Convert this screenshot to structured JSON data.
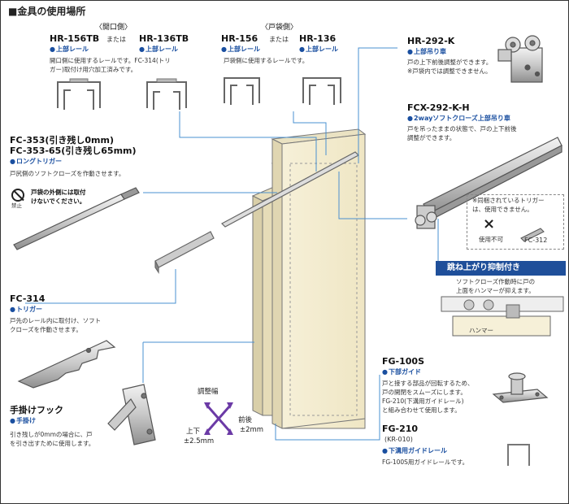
{
  "title": "■金具の使用場所",
  "headers": {
    "open_side": "〈開口側〉",
    "pocket_side": "〈戸袋側〉"
  },
  "rails": {
    "hr156tb": "HR-156TB",
    "hr136tb": "HR-136TB",
    "hr156": "HR-156",
    "hr136": "HR-136",
    "or1": "または",
    "or2": "または",
    "upper_rail": "上部レール",
    "open_desc": [
      "開口側に使用するレールです。FC-314(トリ",
      "ガー)取付け用穴加工済みです。"
    ],
    "pocket_desc": "戸袋側に使用するレールです。"
  },
  "hr292k": {
    "code": "HR-292-K",
    "sub": "上部吊り車",
    "desc": [
      "戸の上下前後調整ができます。",
      "※戸袋内では調整できません。"
    ]
  },
  "fcx": {
    "code": "FCX-292-K-H",
    "sub": "2wayソフトクローズ上部吊り車",
    "desc": [
      "戸を吊ったままの状態で、戸の上下前後",
      "調整ができます。"
    ]
  },
  "note": {
    "lines": [
      "※同梱されているトリガー",
      "は、使用できません。"
    ],
    "unusable": "使用不可",
    "trigger": "FC-312",
    "mark": "×"
  },
  "antijump": {
    "band": "跳ね上がり抑制付き",
    "desc": [
      "ソフトクローズ作動時に戸の",
      "上面をハンマーが抑えます。"
    ],
    "hammer": "ハンマー"
  },
  "fc353": {
    "code1": "FC-353(引き残し0mm)",
    "code2": "FC-353-65(引き残し65mm)",
    "sub": "ロングトリガー",
    "desc": "戸尻側のソフトクローズを作動させます。",
    "warn": [
      "戸袋の外側には取付",
      "けないでください。"
    ],
    "prohibit": "禁止"
  },
  "fc314": {
    "code": "FC-314",
    "sub": "トリガー",
    "desc": [
      "戸先のレール内に取付け、ソフト",
      "クローズを作動させます。"
    ]
  },
  "hook": {
    "code": "手掛けフック",
    "sub": "手掛け",
    "desc": [
      "引き残しが0mmの場合に、戸",
      "を引き出すために使用します。"
    ]
  },
  "adjust": {
    "range": "調整幅",
    "ud1": "上下",
    "ud2": "±2.5mm",
    "fb1": "前後",
    "fb2": "±2mm"
  },
  "fg100s": {
    "code": "FG-100S",
    "sub": "下部ガイド",
    "desc": [
      "戸と接する部品が回転するため、",
      "戸の開閉をスムーズにします。",
      "FG-210(下溝用ガイドレール)",
      "と組み合わせて使用します。"
    ]
  },
  "fg210": {
    "code": "FG-210",
    "code2": "(KR-010)",
    "sub": "下溝用ガイドレール",
    "desc": "FG-100S用ガイドレールです。"
  }
}
